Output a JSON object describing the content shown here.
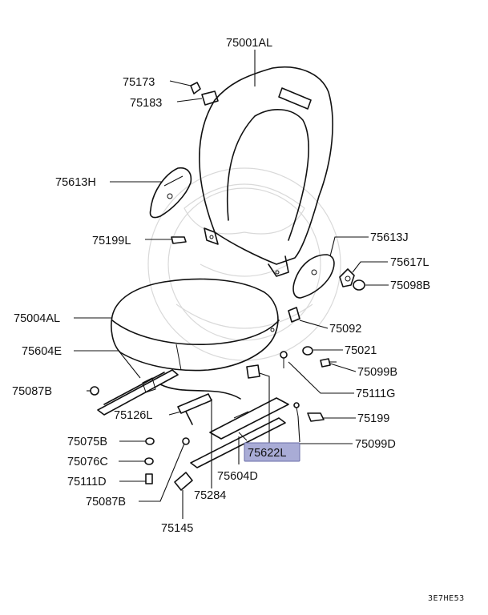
{
  "labels": {
    "l75001AL": "75001AL",
    "l75173": "75173",
    "l75183": "75183",
    "l75613H": "75613H",
    "l75199L": "75199L",
    "l75613J": "75613J",
    "l75617L": "75617L",
    "l75098B": "75098B",
    "l75004AL": "75004AL",
    "l75092": "75092",
    "l75604E": "75604E",
    "l75021": "75021",
    "l75099B": "75099B",
    "l75087B_top": "75087B",
    "l75111G": "75111G",
    "l75126L": "75126L",
    "l75199": "75199",
    "l75075B": "75075B",
    "l75622L": "75622L",
    "l75099D": "75099D",
    "l75076C": "75076C",
    "l75604D": "75604D",
    "l75111D": "75111D",
    "l75087B_bottom": "75087B",
    "l75284": "75284",
    "l75145": "75145"
  },
  "highlighted_part": "75622L",
  "diagram_code": "3E7HE53",
  "colors": {
    "highlight": "#a9acd6",
    "ink": "#111111"
  }
}
